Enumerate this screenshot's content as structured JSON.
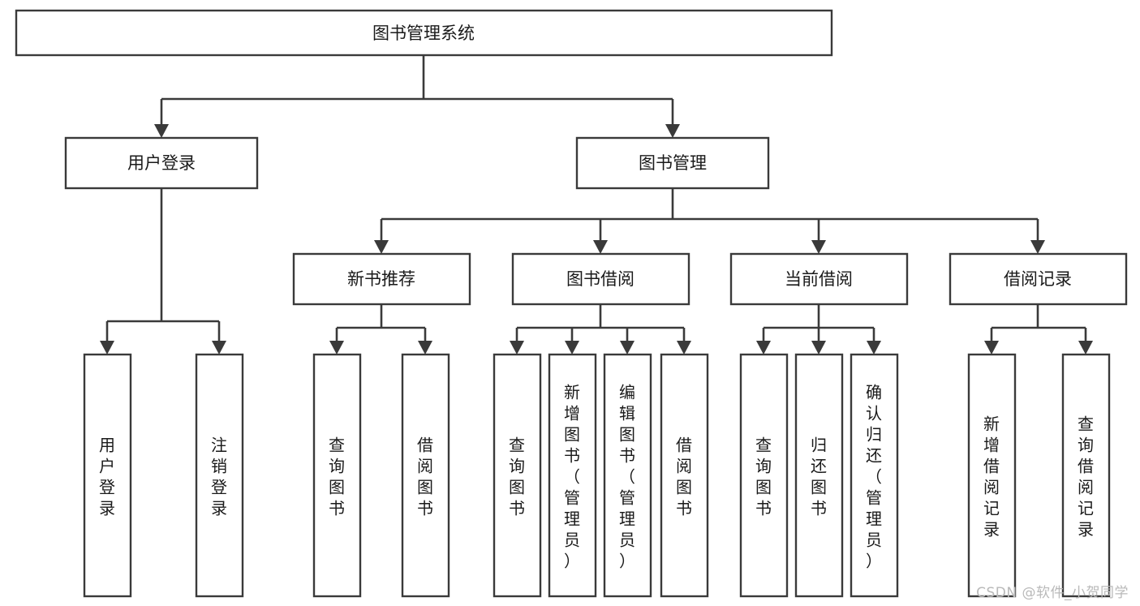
{
  "diagram": {
    "title": "图书管理系统",
    "type": "tree",
    "watermark": "CSDN @软件_小贺同学",
    "colors": {
      "stroke": "#3a3a3a",
      "fill": "#ffffff",
      "text": "#1a1a1a",
      "watermark": "#b9b9b9"
    },
    "root": {
      "label": "图书管理系统"
    },
    "level2": [
      {
        "label": "用户登录"
      },
      {
        "label": "图书管理"
      }
    ],
    "level3": [
      {
        "label": "新书推荐"
      },
      {
        "label": "图书借阅"
      },
      {
        "label": "当前借阅"
      },
      {
        "label": "借阅记录"
      }
    ],
    "leaves": {
      "user_login": [
        {
          "label": "用户登录"
        },
        {
          "label": "注销登录"
        }
      ],
      "new_book_rec": [
        {
          "label": "查询图书"
        },
        {
          "label": "借阅图书"
        }
      ],
      "book_borrow": [
        {
          "label": "查询图书"
        },
        {
          "label": "新增图书（管理员）"
        },
        {
          "label": "编辑图书（管理员）"
        },
        {
          "label": "借阅图书"
        }
      ],
      "current_borrow": [
        {
          "label": "查询图书"
        },
        {
          "label": "归还图书"
        },
        {
          "label": "确认归还（管理员）"
        }
      ],
      "borrow_record": [
        {
          "label": "新增借阅记录"
        },
        {
          "label": "查询借阅记录"
        }
      ]
    }
  }
}
